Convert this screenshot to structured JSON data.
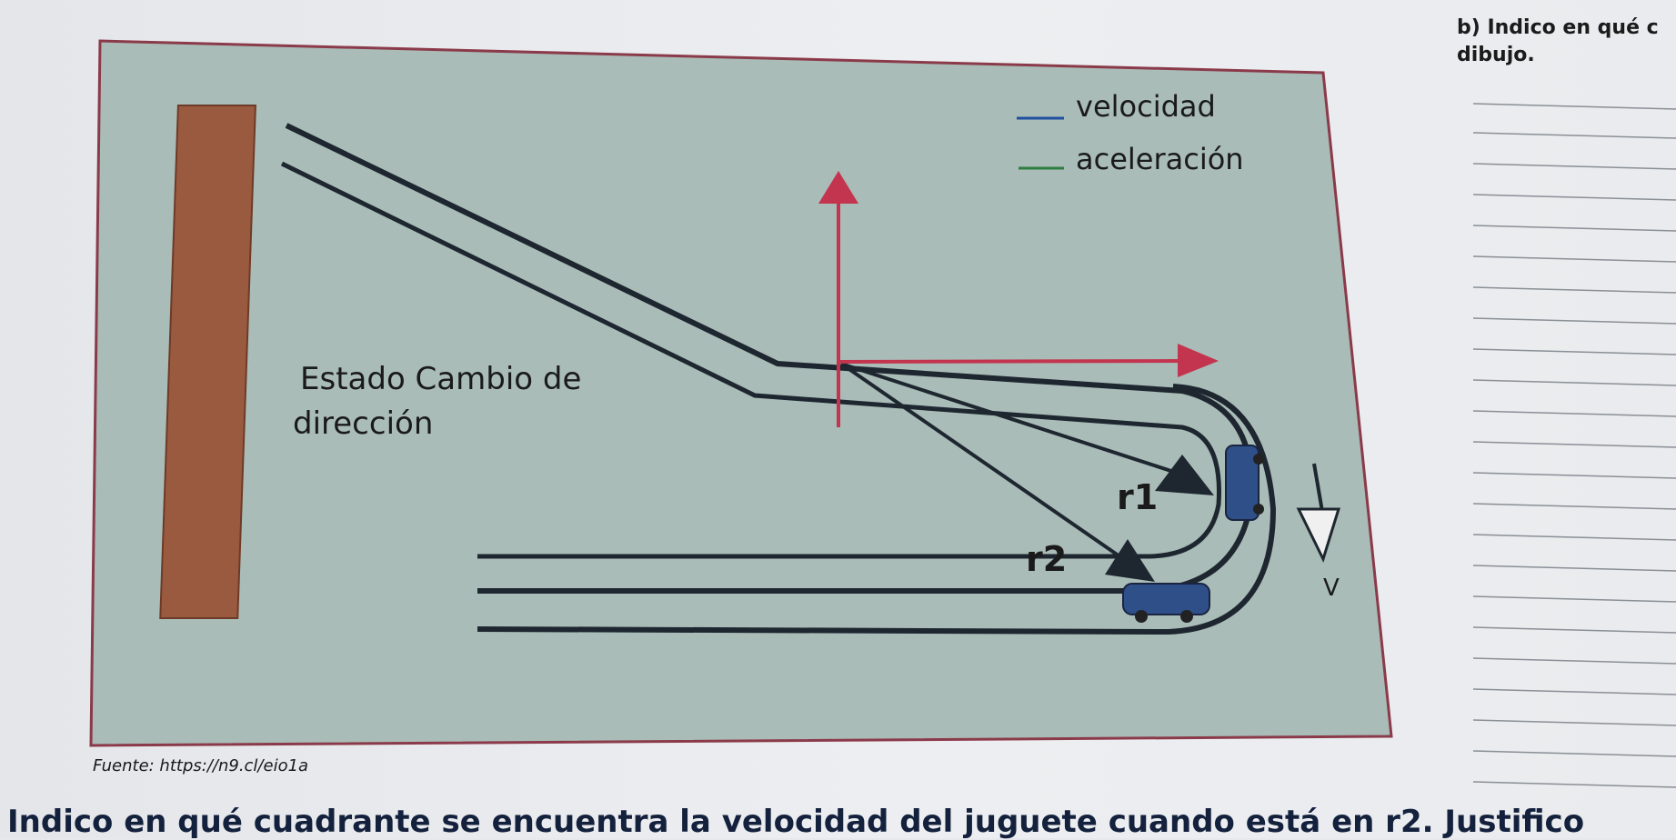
{
  "question_b": {
    "line1": "b) Indico en qué c",
    "line2": "dibujo."
  },
  "figure": {
    "legend": {
      "velocity": "velocidad",
      "acceleration": "aceleración"
    },
    "state_label_line1": "Estado Cambio de",
    "state_label_line2": "dirección",
    "r1_label": "r1",
    "r2_label": "r2",
    "v_label": "V",
    "source": "Fuente: https://n9.cl/eio1a",
    "colors": {
      "velocity": "#1f4fa0",
      "acceleration": "#2e7d43",
      "vectors": "#c3344f",
      "track": "#1e2630",
      "board": "#a9bcb7",
      "wall": "#9a5a3f"
    }
  },
  "bottom_question": "Indico en qué cuadrante se encuentra la velocidad del juguete cuando está en r2. Justifico"
}
